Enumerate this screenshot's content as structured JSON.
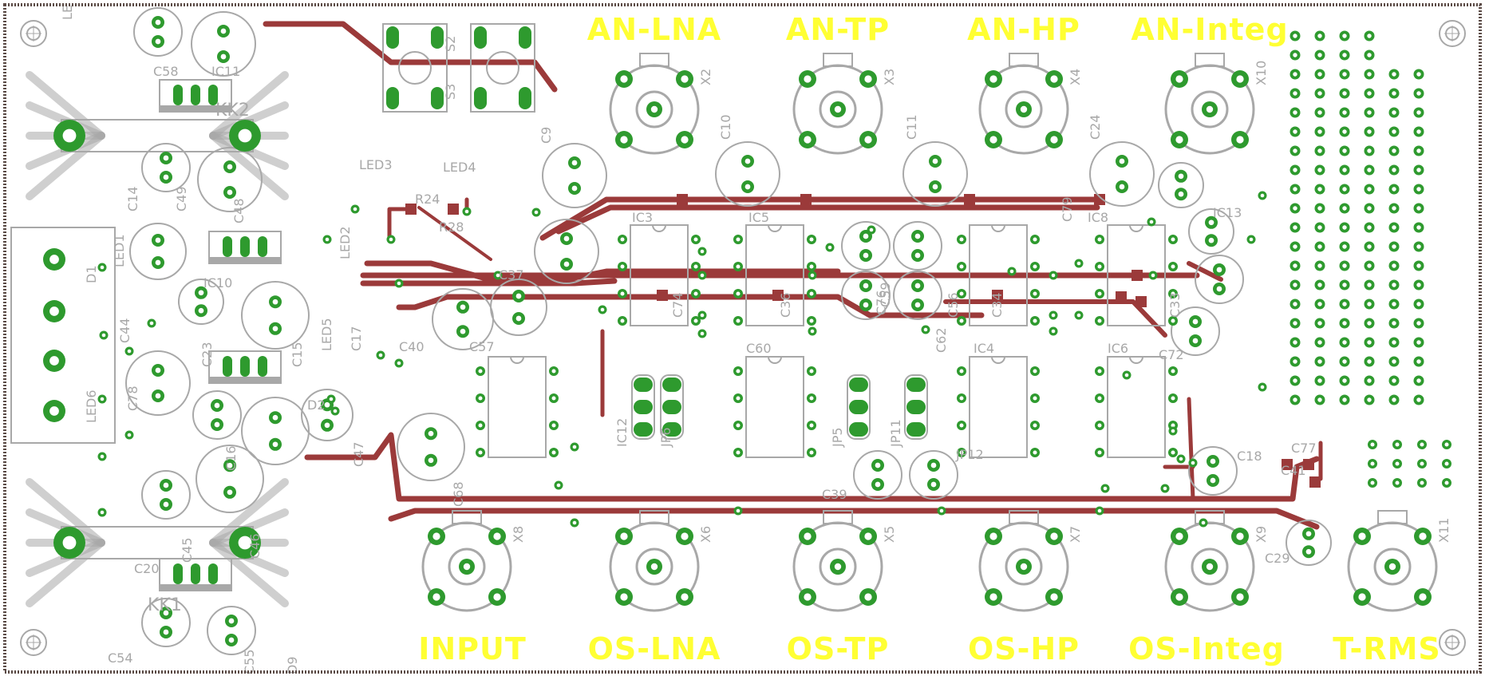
{
  "colors": {
    "background": "#ffffff",
    "border_dots": "#5a4a45",
    "silkscreen": "#a8a8a8",
    "pad": "#2e9a2e",
    "trace": "#9b3a3a",
    "label_yellow": "#ffff33",
    "hole": "#ffffff"
  },
  "top_labels": [
    "AN-LNA",
    "AN-TP",
    "AN-HP",
    "AN-Integ"
  ],
  "bottom_labels": [
    "INPUT",
    "OS-LNA",
    "OS-TP",
    "OS-HP",
    "OS-Integ",
    "T-RMS"
  ],
  "connectors_top": [
    "X2",
    "X3",
    "X4",
    "X10"
  ],
  "connectors_bottom": [
    "X8",
    "X6",
    "X5",
    "X7",
    "X9",
    "X11"
  ],
  "part_labels": [
    "LE",
    "C58",
    "IC11",
    "KK2",
    "S2",
    "S3",
    "LED3",
    "LED4",
    "R24",
    "R28",
    "C9",
    "C10",
    "C11",
    "C24",
    "C14",
    "C49",
    "C48",
    "LED1",
    "D1",
    "IC10",
    "LED2",
    "C44",
    "C15",
    "C17",
    "LED5",
    "C40",
    "C57",
    "IC3",
    "IC5",
    "IC8",
    "IC13",
    "C74",
    "C36",
    "C34",
    "C33",
    "C62",
    "C72",
    "C79",
    "C76",
    "C56",
    "C60",
    "IC4",
    "IC6",
    "IC12",
    "JP6",
    "JP5",
    "JP11",
    "JP12",
    "C39",
    "C18",
    "C77",
    "C41",
    "C29",
    "C78",
    "LED6",
    "D2",
    "C23",
    "C16",
    "C45",
    "C46",
    "C47",
    "C68",
    "C20",
    "KK1",
    "C54",
    "C55",
    "D9",
    "C37",
    "C59"
  ]
}
